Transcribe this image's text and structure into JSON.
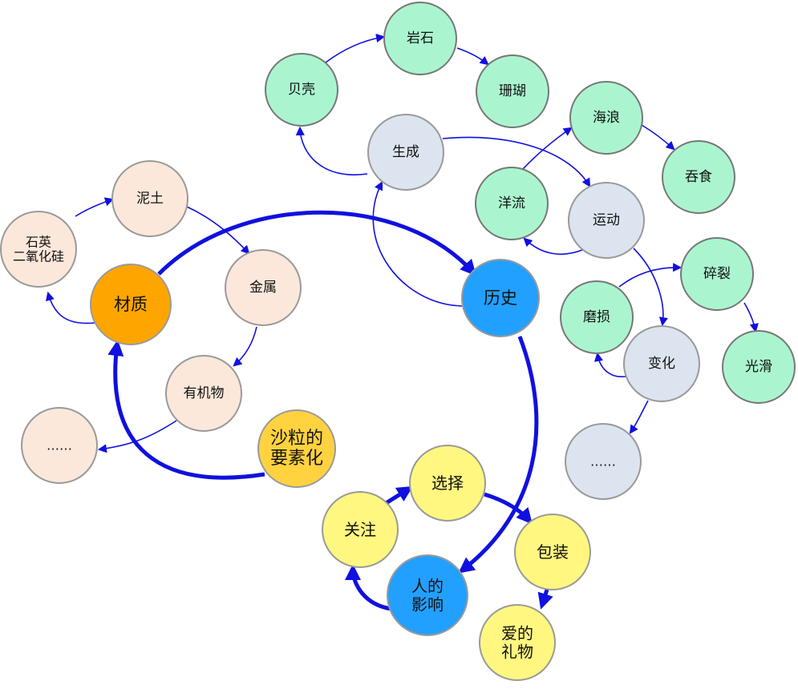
{
  "nodes": {
    "shali": {
      "lines": [
        "沙粒的",
        "要素化"
      ],
      "fill": "#FFD23F",
      "stroke": "#9A9A9A"
    },
    "caizhi": {
      "lines": [
        "材质"
      ],
      "fill": "#FFA500",
      "stroke": "#9A9A9A"
    },
    "lishi": {
      "lines": [
        "历史"
      ],
      "fill": "#22A0FF",
      "stroke": "#9A9A9A"
    },
    "renyingxiang": {
      "lines": [
        "人的",
        "影响"
      ],
      "fill": "#22A0FF",
      "stroke": "#9A9A9A"
    },
    "shiying": {
      "lines": [
        "石英",
        "二氧化硅"
      ],
      "fill": "#FCE8DA",
      "stroke": "#9A9A9A"
    },
    "nitu": {
      "lines": [
        "泥土"
      ],
      "fill": "#FCE8DA",
      "stroke": "#9A9A9A"
    },
    "jinshu": {
      "lines": [
        "金属"
      ],
      "fill": "#FCE8DA",
      "stroke": "#9A9A9A"
    },
    "youjiwu": {
      "lines": [
        "有机物"
      ],
      "fill": "#FCE8DA",
      "stroke": "#9A9A9A"
    },
    "dots_left": {
      "lines": [
        "……"
      ],
      "fill": "#FCE8DA",
      "stroke": "#9A9A9A"
    },
    "beike": {
      "lines": [
        "贝壳"
      ],
      "fill": "#AAF5CF",
      "stroke": "#777777"
    },
    "yanshi": {
      "lines": [
        "岩石"
      ],
      "fill": "#AAF5CF",
      "stroke": "#777777"
    },
    "shanhu": {
      "lines": [
        "珊瑚"
      ],
      "fill": "#AAF5CF",
      "stroke": "#777777"
    },
    "shengcheng": {
      "lines": [
        "生成"
      ],
      "fill": "#DCE4EF",
      "stroke": "#9A9A9A"
    },
    "hailang": {
      "lines": [
        "海浪"
      ],
      "fill": "#AAF5CF",
      "stroke": "#777777"
    },
    "tunshi": {
      "lines": [
        "吞食"
      ],
      "fill": "#AAF5CF",
      "stroke": "#777777"
    },
    "yangliu": {
      "lines": [
        "洋流"
      ],
      "fill": "#AAF5CF",
      "stroke": "#777777"
    },
    "yundong": {
      "lines": [
        "运动"
      ],
      "fill": "#DCE4EF",
      "stroke": "#9A9A9A"
    },
    "suilie": {
      "lines": [
        "碎裂"
      ],
      "fill": "#AAF5CF",
      "stroke": "#777777"
    },
    "mosun": {
      "lines": [
        "磨损"
      ],
      "fill": "#AAF5CF",
      "stroke": "#777777"
    },
    "bianhua": {
      "lines": [
        "变化"
      ],
      "fill": "#DCE4EF",
      "stroke": "#9A9A9A"
    },
    "guanghua": {
      "lines": [
        "光滑"
      ],
      "fill": "#AAF5CF",
      "stroke": "#777777"
    },
    "dots_right": {
      "lines": [
        "……"
      ],
      "fill": "#DCE4EF",
      "stroke": "#9A9A9A"
    },
    "guanzhu": {
      "lines": [
        "关注"
      ],
      "fill": "#FFF780",
      "stroke": "#9A9A9A"
    },
    "xuanze": {
      "lines": [
        "选择"
      ],
      "fill": "#FFF780",
      "stroke": "#9A9A9A"
    },
    "baozhuang": {
      "lines": [
        "包装"
      ],
      "fill": "#FFF780",
      "stroke": "#9A9A9A"
    },
    "aideliwu": {
      "lines": [
        "爱的",
        "礼物"
      ],
      "fill": "#FFF780",
      "stroke": "#9A9A9A"
    }
  },
  "edge_color": "#1010E0"
}
